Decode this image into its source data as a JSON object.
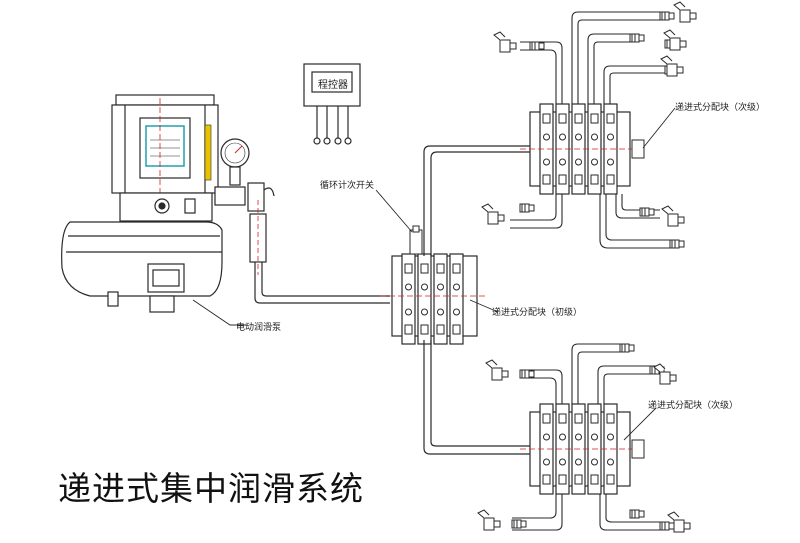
{
  "title": "递进式集中润滑系统",
  "labels": {
    "controller": "程控器",
    "cycle_switch": "循环计次开关",
    "pump": "电动润滑泵",
    "primary_block": "递进式分配块（初级）",
    "secondary_block_top": "递进式分配块（次级）",
    "secondary_block_bottom": "递进式分配块（次级）"
  },
  "colors": {
    "line": "#2a2a2a",
    "centerline": "#d42020",
    "accent_teal": "#20a0b0",
    "accent_yellow": "#e8c400"
  }
}
